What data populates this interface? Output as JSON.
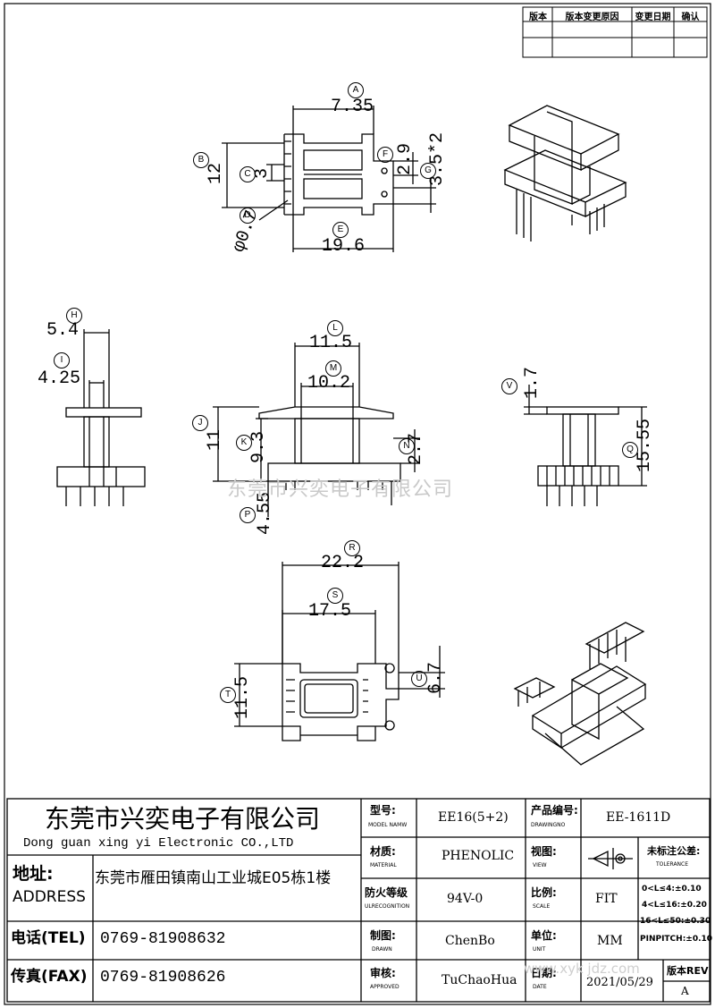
{
  "revision_table": {
    "headers": [
      "版本",
      "版本变更原因",
      "变更日期",
      "确认"
    ]
  },
  "dimensions": {
    "A": "7.35",
    "B": "12",
    "C": "3",
    "D": "φ0.7",
    "E": "19.6",
    "F": "2.9",
    "G": "3.5*2",
    "H": "5.4",
    "I": "4.25",
    "L": "11.5",
    "M": "10.2",
    "J": "11",
    "K": "9.3",
    "N": "2.7",
    "P": "4.55",
    "V": "1.7",
    "Q": "15.55",
    "R": "22.2",
    "S": "17.5",
    "T": "11.5",
    "U": "6.7"
  },
  "watermark": "东莞市兴奕电子有限公司",
  "watermark_url": "www.xyk jdz.com",
  "title_block": {
    "company_cn": "东莞市兴奕电子有限公司",
    "company_en": "Dong guan xing yi Electronic CO.,LTD",
    "address_label_cn": "地址:",
    "address_label_en": "ADDRESS",
    "address_value": "东莞市雁田镇南山工业城E05栋1楼",
    "tel_label": "电话(TEL)",
    "tel_value": "0769-81908632",
    "fax_label": "传真(FAX)",
    "fax_value": "0769-81908626",
    "model_label_cn": "型号:",
    "model_label_en": "MODEL NAMW",
    "model_value": "EE16(5+2)",
    "drawing_no_label_cn": "产品编号:",
    "drawing_no_label_en": "DRAWINGNO",
    "drawing_no_value": "EE-1611D",
    "material_label_cn": "材质:",
    "material_label_en": "MATERIAL",
    "material_value": "PHENOLIC",
    "view_label_cn": "视图:",
    "view_label_en": "VIEW",
    "tolerance_label_cn": "未标注公差:",
    "tolerance_label_en": "TOLERANCE",
    "tolerances": [
      "0<L≤4:±0.10",
      "4<L≤16:±0.20",
      "16<L≤50:±0.30",
      "PINPITCH:±0.10"
    ],
    "flame_label_cn": "防火等级",
    "flame_label_en": "ULRECOGNITION",
    "flame_value": "94V-0",
    "scale_label_cn": "比例:",
    "scale_label_en": "SCALE",
    "scale_value": "FIT",
    "drawn_label_cn": "制图:",
    "drawn_label_en": "DRAWN",
    "drawn_value": "ChenBo",
    "unit_label_cn": "单位:",
    "unit_label_en": "UNIT",
    "unit_value": "MM",
    "approved_label_cn": "审核:",
    "approved_label_en": "APPROVED",
    "approved_value": "TuChaoHua",
    "date_label_cn": "日期:",
    "date_label_en": "DATE",
    "date_value": "2021/05/29",
    "rev_label": "版本REV",
    "rev_value": "A"
  }
}
